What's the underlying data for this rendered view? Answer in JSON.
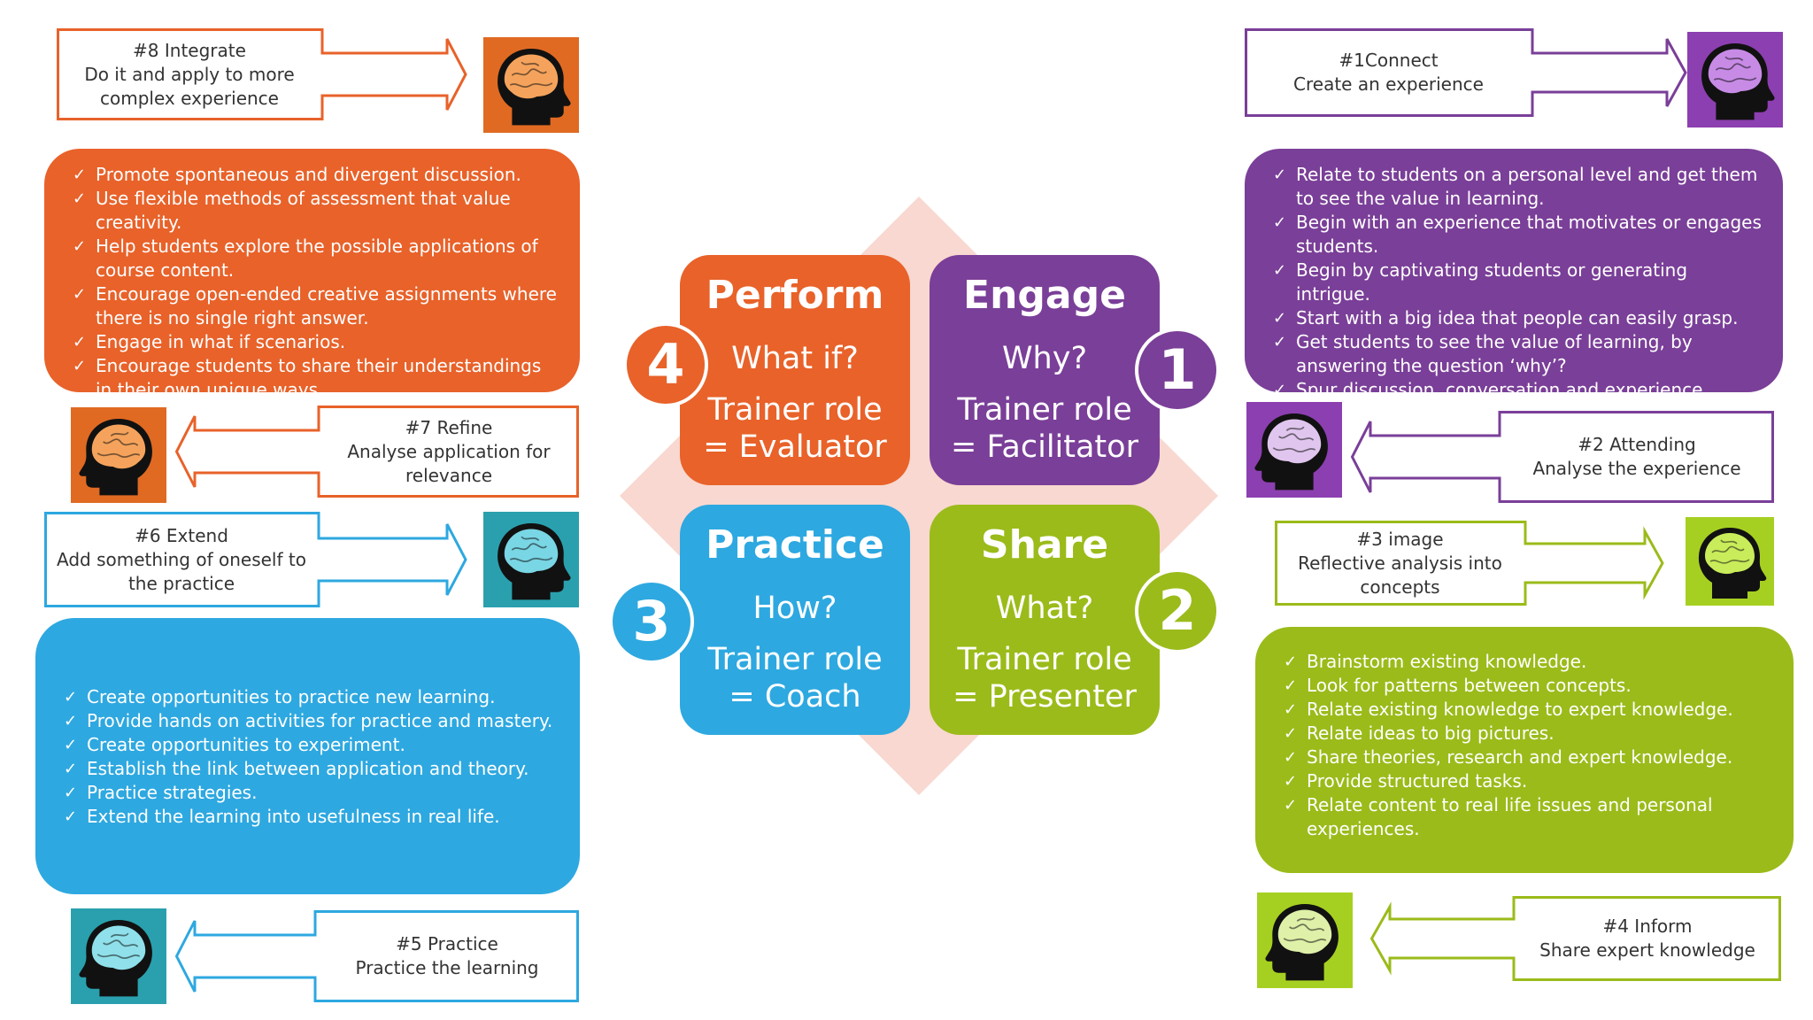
{
  "colors": {
    "orange": "#e8622a",
    "purple": "#7a3f98",
    "blue": "#2ea8e0",
    "green": "#9bbb1a",
    "diamond": "#f8d8d0",
    "head_orange_bg": "#e06a22",
    "head_purple_bg": "#8c3fb0",
    "head_teal_bg": "#2aa0ae",
    "head_green_bg": "#a6d021"
  },
  "quadrants": {
    "perform": {
      "title": "Perform",
      "question": "What if?",
      "role_line1": "Trainer role",
      "role_line2": "= Evaluator",
      "number": "4"
    },
    "engage": {
      "title": "Engage",
      "question": "Why?",
      "role_line1": "Trainer role",
      "role_line2": "= Facilitator",
      "number": "1"
    },
    "practice": {
      "title": "Practice",
      "question": "How?",
      "role_line1": "Trainer role",
      "role_line2": "= Coach",
      "number": "3"
    },
    "share": {
      "title": "Share",
      "question": "What?",
      "role_line1": "Trainer role",
      "role_line2": "= Presenter",
      "number": "2"
    }
  },
  "callouts": {
    "integrate": {
      "lines": [
        "#8 Integrate",
        "Do it and apply to more",
        "complex experience"
      ],
      "icon": "brain-head-icon"
    },
    "refine": {
      "lines": [
        "#7 Refine",
        "Analyse application for",
        "relevance"
      ],
      "icon": "brain-head-icon"
    },
    "extend": {
      "lines": [
        "#6 Extend",
        "Add something of oneself to",
        "the practice"
      ],
      "icon": "brain-head-icon"
    },
    "practice": {
      "lines": [
        "#5 Practice",
        "Practice the learning"
      ],
      "icon": "brain-head-icon"
    },
    "connect": {
      "lines": [
        "#1Connect",
        "Create an experience"
      ],
      "icon": "brain-head-icon"
    },
    "attending": {
      "lines": [
        "#2 Attending",
        "Analyse the experience"
      ],
      "icon": "brain-head-icon"
    },
    "image": {
      "lines": [
        "#3 image",
        "Reflective analysis into",
        "concepts"
      ],
      "icon": "brain-head-icon"
    },
    "inform": {
      "lines": [
        "#4 Inform",
        "Share expert knowledge"
      ],
      "icon": "brain-head-icon"
    }
  },
  "panels": {
    "perform": [
      "Promote spontaneous and divergent discussion.",
      "Use flexible methods of assessment that value creativity.",
      "Help students explore the possible applications of course content.",
      "Encourage open-ended creative assignments where there is no single right answer.",
      "Engage in what if scenarios.",
      "Encourage students to share their understandings in their own unique ways."
    ],
    "engage": [
      "Relate to students on a personal level and get them to see the value in learning.",
      "Begin with an experience that motivates or engages students.",
      "Begin by captivating students or generating intrigue.",
      "Start with a big idea that people can easily grasp.",
      "Get students to see the value of learning, by answering the question ‘why’?",
      "Spur discussion, conversation and experience sharing."
    ],
    "practice": [
      "Create opportunities to practice new learning.",
      "Provide hands on activities for practice and mastery.",
      "Create opportunities to experiment.",
      "Establish the link between application and theory.",
      "Practice strategies.",
      "Extend the learning into usefulness in real life."
    ],
    "share": [
      "Brainstorm existing knowledge.",
      "Look for patterns between concepts.",
      "Relate existing knowledge to expert knowledge.",
      "Relate ideas to big pictures.",
      "Share theories, research and expert knowledge.",
      "Provide structured tasks.",
      "Relate content to real life issues and personal experiences."
    ]
  }
}
